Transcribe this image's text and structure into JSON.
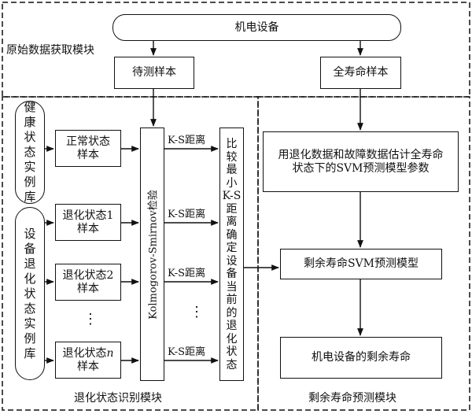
{
  "modules": {
    "acquisition": "原始数据获取模块",
    "identification": "退化状态识别模块",
    "prediction": "剩余寿命预测模块"
  },
  "nodes": {
    "equipment": "机电设备",
    "test_sample": "待测样本",
    "full_life_sample": "全寿命样本",
    "healthy_library": "健康状态实例库",
    "degradation_library": "设备退化状态实例库",
    "normal_sample": "正常状态\n样本",
    "degradation_1": "退化状态1\n样本",
    "degradation_2": "退化状态2\n样本",
    "degradation_n_prefix": "退化状态",
    "degradation_n_italic": "n",
    "sample_word": "样本",
    "ellipsis": "⋮",
    "ks_test": "Kolmogorov-Smirnov检验",
    "compare": "比较最小K-S距离确定设备当前的退化状态",
    "estimate_params": "用退化数据和故障数据估计全寿命\n状态下的SVM预测模型参数",
    "svm_model": "剩余寿命SVM预测模型",
    "remaining_life": "机电设备的剩余寿命"
  },
  "edge_labels": {
    "ks_distance": "K-S距离"
  },
  "ks_distance_labels": [
    "K-S距离",
    "K-S距离",
    "K-S距离",
    "K-S距离"
  ]
}
